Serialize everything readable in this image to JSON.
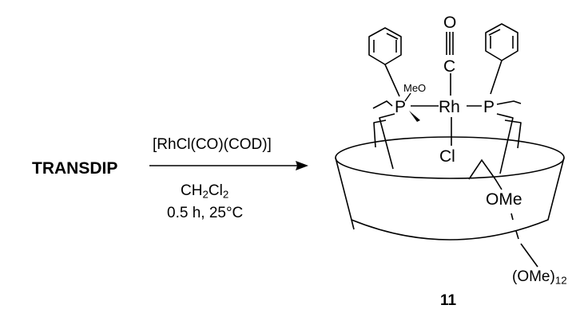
{
  "reaction": {
    "reactant": "TRANSDIP",
    "reagent": "[RhCl(CO)(COD)]",
    "solvent": {
      "base": "CH",
      "sub1": "2",
      "mid": "Cl",
      "sub2": "2"
    },
    "conditions": "0.5 h, 25°C"
  },
  "product": {
    "compound_number": "11",
    "atoms": {
      "oxygen": "O",
      "carbon": "C",
      "rhodium": "Rh",
      "phosphorus_left": "P",
      "phosphorus_right": "P",
      "chlorine": "Cl",
      "methoxy_small": "MeO",
      "methoxy": "OMe",
      "repeat_group": "(OMe)",
      "repeat_count": "12"
    }
  }
}
